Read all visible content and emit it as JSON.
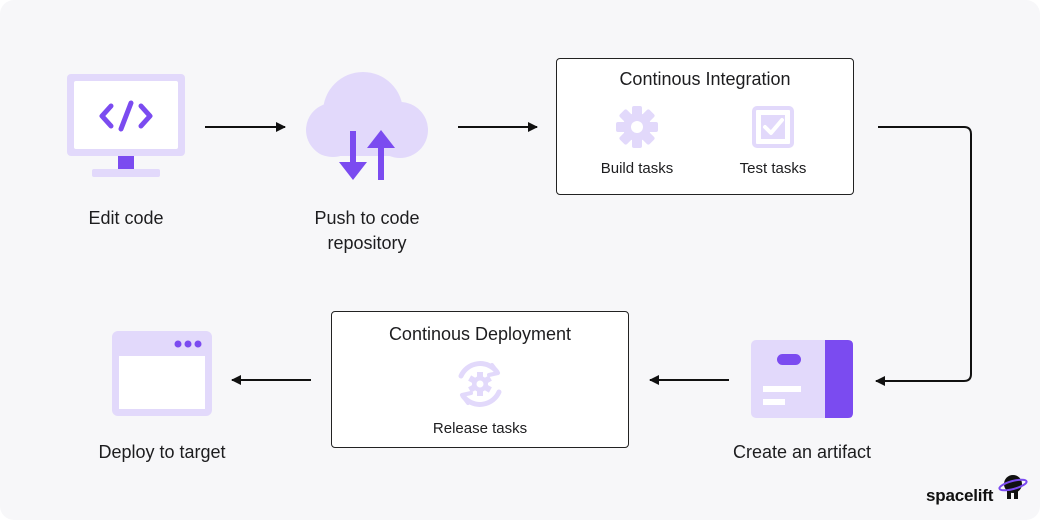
{
  "steps": {
    "edit_code": "Edit code",
    "push_line1": "Push to code",
    "push_line2": "repository",
    "create_artifact": "Create an artifact",
    "deploy": "Deploy to target"
  },
  "ci": {
    "title": "Continous Integration",
    "build": "Build tasks",
    "test": "Test tasks"
  },
  "cd": {
    "title": "Continous Deployment",
    "release": "Release tasks"
  },
  "brand": "spacelift",
  "icons": [
    "code-monitor-icon",
    "cloud-sync-icon",
    "gear-icon",
    "checkbox-icon",
    "artifact-box-icon",
    "refresh-gear-icon",
    "browser-window-icon",
    "astronaut-planet-icon"
  ],
  "colors": {
    "accent": "#7b4bf0",
    "accent_light": "#e2d9fb",
    "background": "#f7f7f9"
  }
}
